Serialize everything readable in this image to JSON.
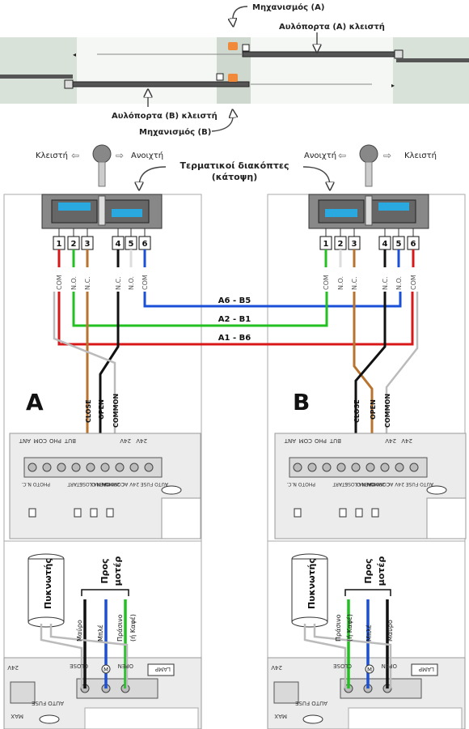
{
  "top": {
    "mechA": "Μηχανισμός (Α)",
    "leafAClosed": "Αυλόπορτα (Α) κλειστή",
    "leafBClosed": "Αυλόπορτα (Β) κλειστή",
    "mechB": "Μηχανισμός (Β)"
  },
  "limit": {
    "closed": "Κλειστή",
    "open": "Ανοιχτή",
    "title1": "Τερματικοί διακόπτες",
    "title2": "(κάτοψη)"
  },
  "terminals": [
    "1",
    "2",
    "3",
    "4",
    "5",
    "6"
  ],
  "terminalLabelsA": [
    "COM",
    "N.O.",
    "N.C.",
    "N.C.",
    "N.O.",
    "COM"
  ],
  "terminalLabelsB": [
    "COM",
    "N.O.",
    "N.C.",
    "N.C.",
    "N.O.",
    "COM"
  ],
  "links": {
    "l1": "A6 - B5",
    "l2": "A2 - B1",
    "l3": "A1 - B6"
  },
  "panelA": {
    "letter": "A",
    "wires": [
      "CLOSE",
      "OPEN",
      "COMMON"
    ],
    "topLabels": [
      "ANT",
      "COM",
      "PHO",
      "BUT",
      "24V",
      "24V"
    ],
    "blockLabels": [
      "PHOTO N.C.",
      "START",
      "CLOSE",
      "OPEN",
      "COMMON",
      "24V AC 200mA MAX",
      "AUTO FUSE"
    ]
  },
  "panelB": {
    "letter": "B",
    "wires": [
      "CLOSE",
      "OPEN",
      "COMMON"
    ],
    "topLabels": [
      "ANT",
      "COM",
      "PHO",
      "BUT",
      "24V",
      "24V"
    ],
    "blockLabels": [
      "PHOTO N.C.",
      "START",
      "CLOSE",
      "OPEN",
      "COMMON",
      "24V AC 200mA MAX",
      "AUTO FUSE"
    ]
  },
  "motorA": {
    "capacitor": "Πυκνωτής",
    "toMotor1": "Προς",
    "toMotor2": "μοτέρ",
    "wires": [
      "Μαύρο",
      "Μπλέ",
      "Πράσινο",
      "(ή Καφέ)"
    ],
    "term": [
      "CLOSE",
      "M",
      "OPEN",
      "LAMP",
      "24V",
      "MAX",
      "AUTO FUSE"
    ]
  },
  "motorB": {
    "capacitor": "Πυκνωτής",
    "toMotor1": "Προς",
    "toMotor2": "μοτέρ",
    "wires": [
      "Πράσινο",
      "(ή Καφέ)",
      "Μπλέ",
      "Μαύρο"
    ],
    "term": [
      "CLOSE",
      "M",
      "OPEN",
      "LAMP",
      "24V",
      "MAX",
      "AUTO FUSE"
    ]
  },
  "colors": {
    "red": "#d81818",
    "green": "#22c022",
    "blue": "#1a4fd8",
    "brown": "#b8732e",
    "black": "#111111",
    "white": "#ffffff",
    "grey": "#cfcfcf"
  }
}
